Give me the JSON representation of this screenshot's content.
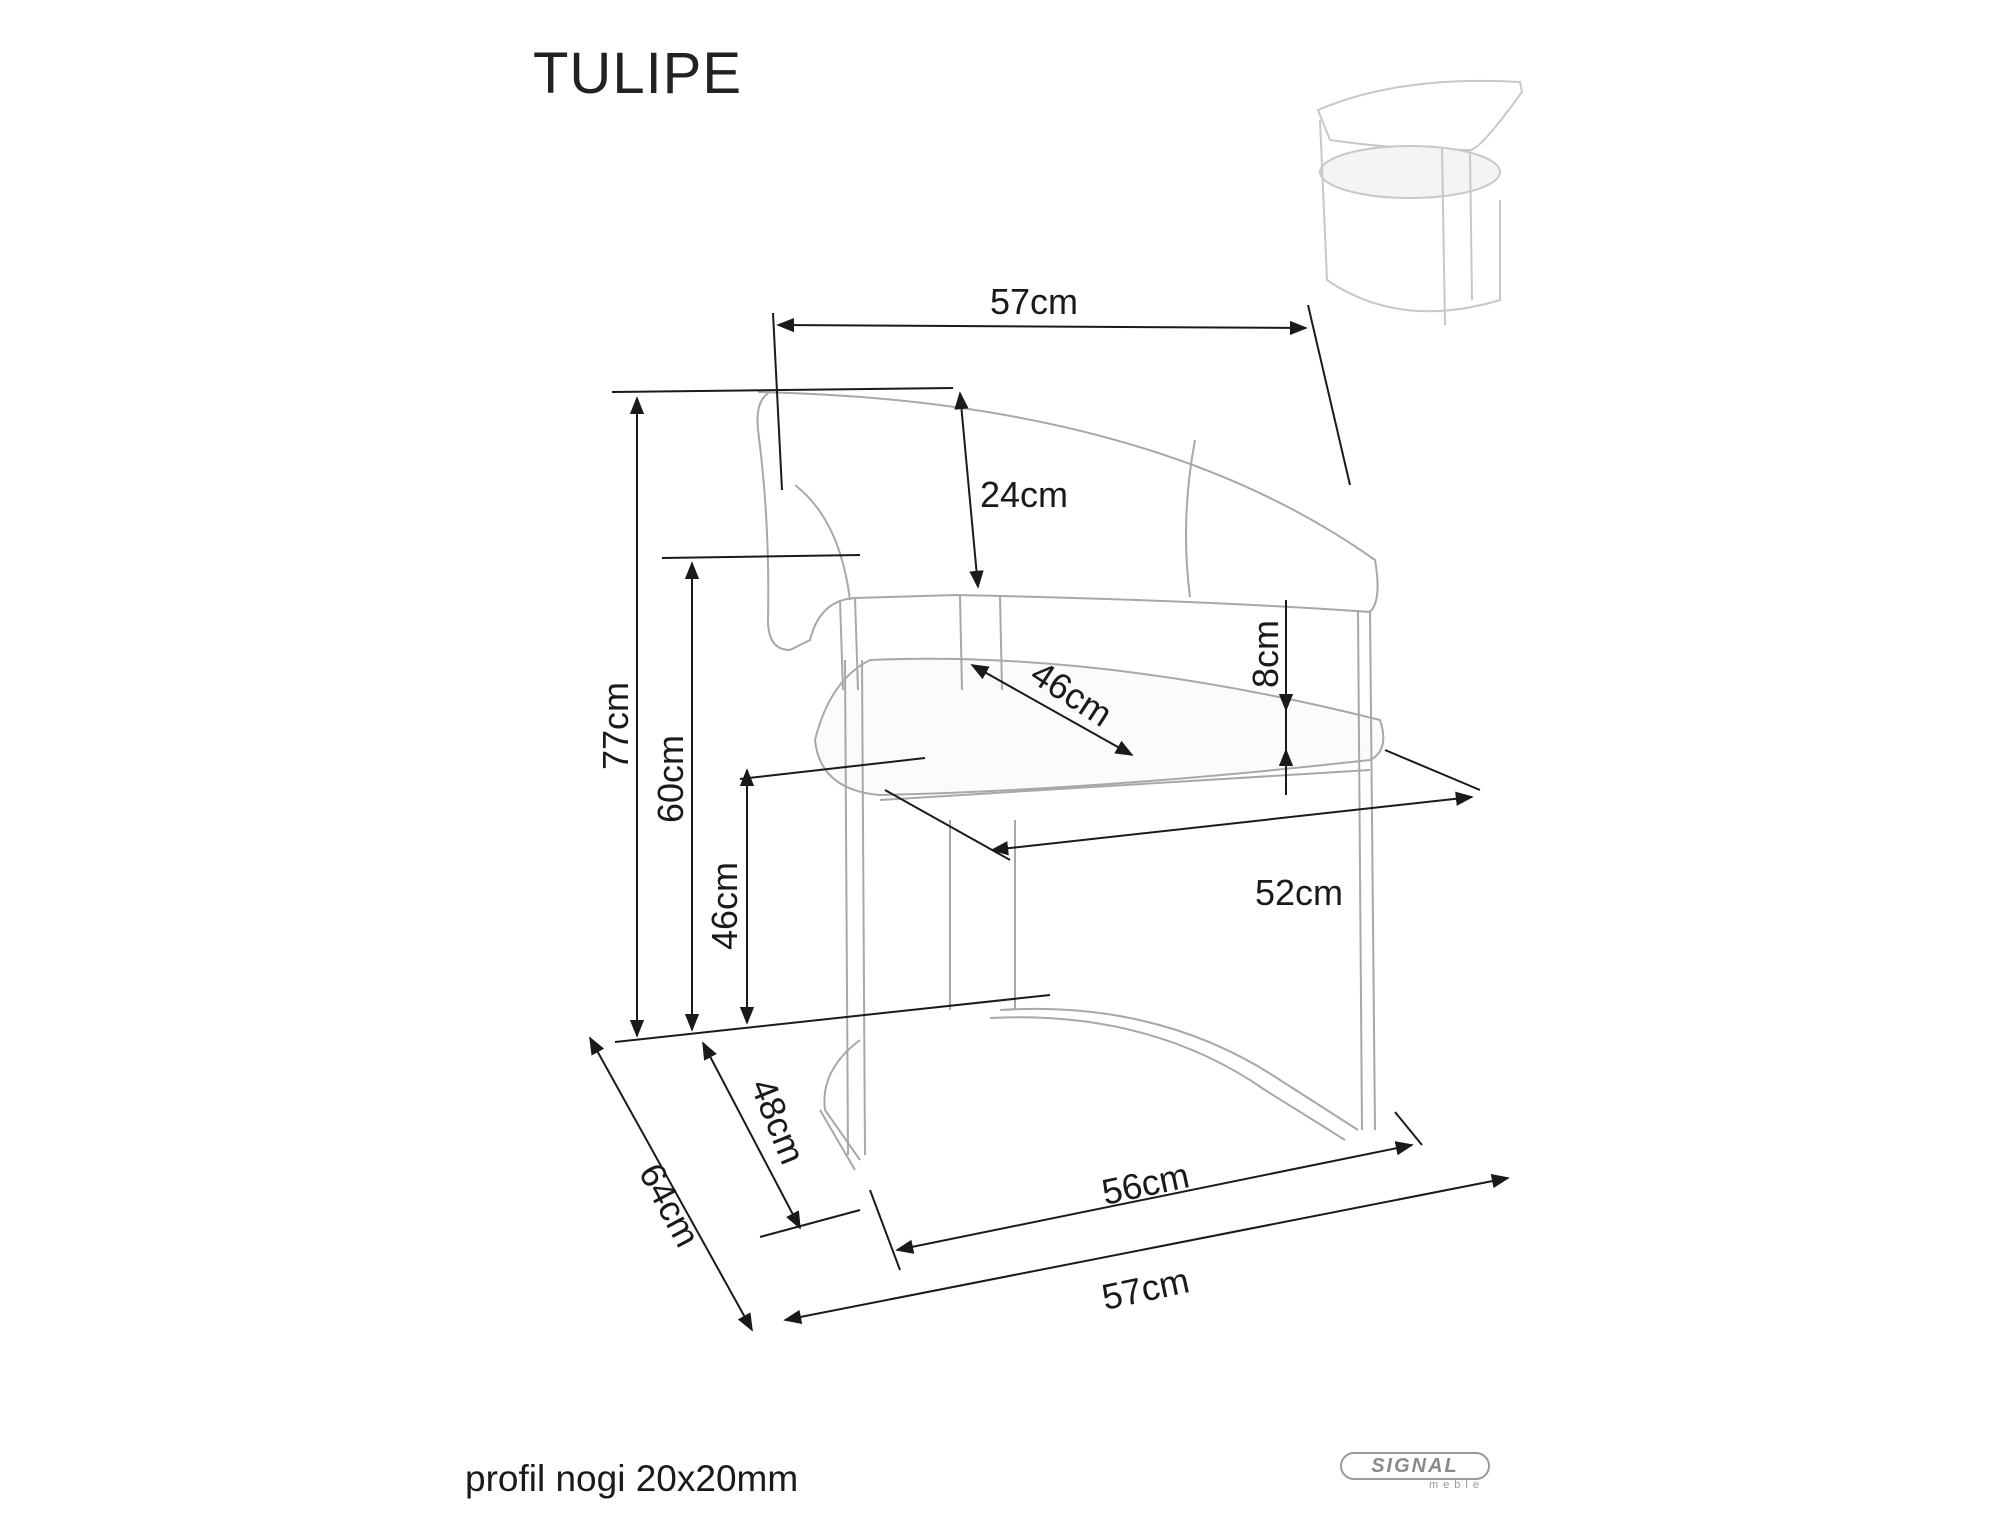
{
  "title": "TULIPE",
  "footnote": "profil nogi 20x20mm",
  "logo": {
    "brand": "SIGNAL",
    "sub": "meble"
  },
  "dimensions": {
    "top_width": "57cm",
    "backrest_height": "24cm",
    "total_height": "77cm",
    "armrest_height": "60cm",
    "seat_height": "46cm",
    "seat_depth": "46cm",
    "seat_thickness": "8cm",
    "seat_width": "52cm",
    "inner_depth": "48cm",
    "total_depth": "64cm",
    "base_width": "56cm",
    "total_width": "57cm"
  },
  "colors": {
    "line": "#1a1a1a",
    "sketch": "#9a9a9a",
    "background": "#ffffff"
  }
}
